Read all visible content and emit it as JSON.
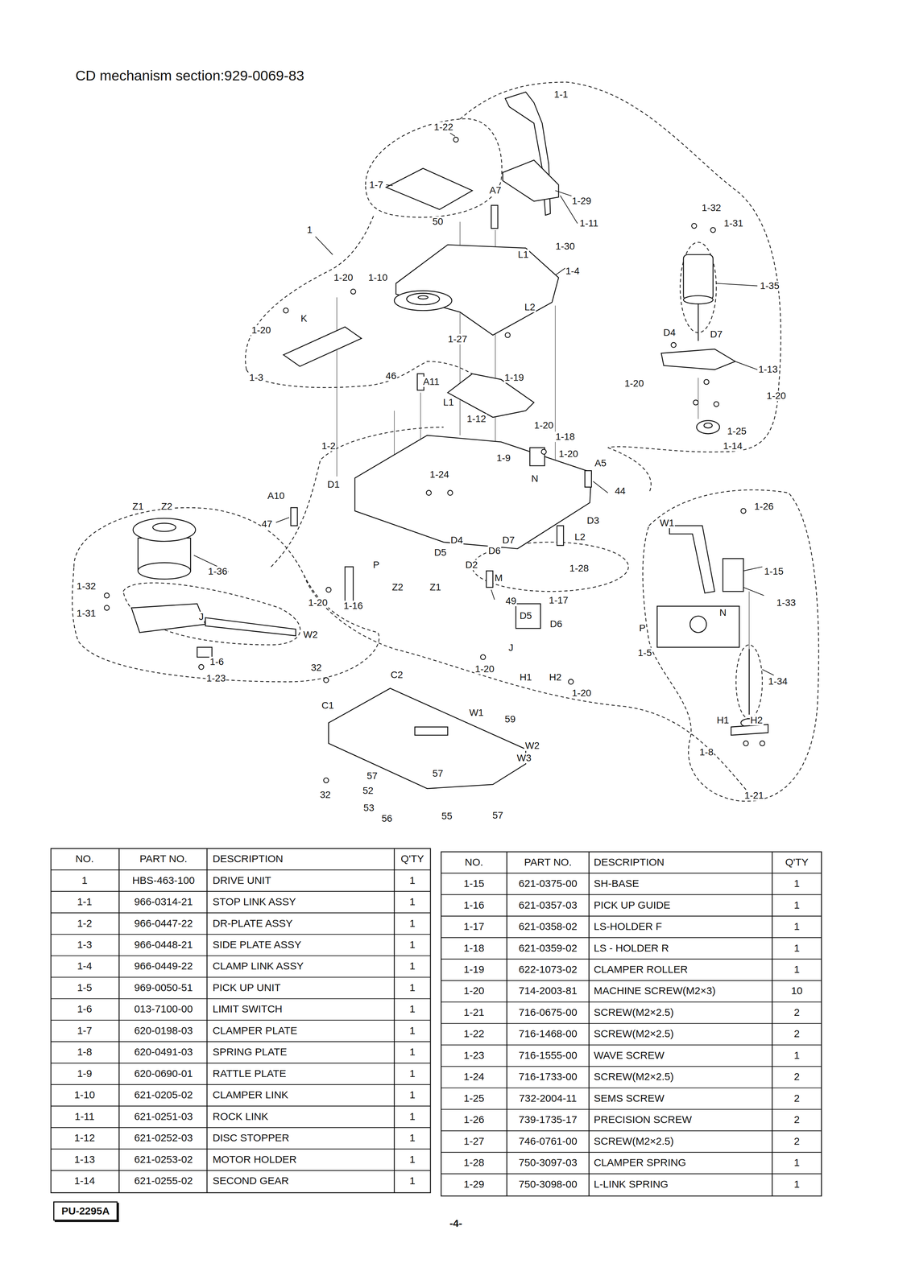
{
  "diagram": {
    "title": "CD mechanism section:929-0069-83",
    "nodes": [
      {
        "text": [
          "PU-2295A"
        ]
      }
    ],
    "labels": [
      "1-1",
      "1-22",
      "1-7",
      "A7",
      "1-29",
      "50",
      "1-11",
      "1-32",
      "1-31",
      "1-30",
      "1",
      "L1",
      "1-4",
      "1-35",
      "1-20",
      "1-10",
      "1-20",
      "K",
      "D4",
      "D7",
      "L2",
      "1-27",
      "1-13",
      "1-19",
      "46",
      "A11",
      "1-3",
      "1-20",
      "1-20",
      "L1",
      "1-12",
      "1-25",
      "1-14",
      "1-20",
      "1-18",
      "1-2",
      "1-9",
      "1-20",
      "1-24",
      "N",
      "A5",
      "D1",
      "44",
      "A10",
      "47",
      "Z1",
      "Z2",
      "1-26",
      "W1",
      "D3",
      "L2",
      "D4",
      "D5",
      "D6",
      "D7",
      "P",
      "D2",
      "1-28",
      "1-15",
      "1-36",
      "M",
      "1-32",
      "Z2",
      "Z1",
      "1-16",
      "1-20",
      "49",
      "1-17",
      "1-33",
      "J",
      "D5",
      "D6",
      "N",
      "P",
      "1-31",
      "W2",
      "1-5",
      "J",
      "1-6",
      "1-20",
      "H1",
      "H2",
      "32",
      "C2",
      "1-23",
      "1-20",
      "1-34",
      "C1",
      "W1",
      "59",
      "H1",
      "H2",
      "W2",
      "W3",
      "1-8",
      "57",
      "57",
      "52",
      "32",
      "53",
      "1-21",
      "56",
      "55",
      "57",
      "NO.",
      "PART NO.",
      "DESCRIPTION",
      "Q'TY",
      "1",
      "HBS-463-100",
      "DRIVE UNIT",
      "1",
      "1-1",
      "966-0314-21",
      "STOP LINK ASSY",
      "1",
      "1-2",
      "966-0447-22",
      "DR-PLATE ASSY",
      "1",
      "1-3",
      "966-0448-21",
      "SIDE PLATE ASSY",
      "1",
      "1-4",
      "966-0449-22",
      "CLAMP LINK ASSY",
      "1",
      "1-5",
      "969-0050-51",
      "PICK UP UNIT",
      "1",
      "1-6",
      "013-7100-00",
      "LIMIT SWITCH",
      "1",
      "1-7",
      "620-0198-03",
      "CLAMPER PLATE",
      "1",
      "1-8",
      "620-0491-03",
      "SPRING PLATE",
      "1",
      "1-9",
      "620-0690-01",
      "RATTLE PLATE",
      "1",
      "1-10",
      "621-0205-02",
      "CLAMPER LINK",
      "1",
      "1-11",
      "621-0251-03",
      "ROCK LINK",
      "1",
      "1-12",
      "621-0252-03",
      "DISC STOPPER",
      "1",
      "1-13",
      "621-0253-02",
      "MOTOR HOLDER",
      "1",
      "1-14",
      "621-0255-02",
      "SECOND GEAR",
      "1",
      "NO.",
      "PART NO.",
      "DESCRIPTION",
      "Q'TY",
      "1-15",
      "621-0375-00",
      "SH-BASE",
      "1",
      "1-16",
      "621-0357-03",
      "PICK UP GUIDE",
      "1",
      "1-17",
      "621-0358-02",
      "LS-HOLDER F",
      "1",
      "1-18",
      "621-0359-02",
      "LS - HOLDER R",
      "1",
      "1-19",
      "622-1073-02",
      "CLAMPER ROLLER",
      "1",
      "1-20",
      "714-2003-81",
      "MACHINE SCREW(M2×3)",
      "10",
      "1-21",
      "716-0675-00",
      "SCREW(M2×2.5)",
      "2",
      "1-22",
      "716-1468-00",
      "SCREW(M2×2.5)",
      "2",
      "1-23",
      "716-1555-00",
      "WAVE SCREW",
      "1",
      "1-24",
      "716-1733-00",
      "SCREW(M2×2.5)",
      "2",
      "1-25",
      "732-2004-11",
      "SEMS SCREW",
      "2",
      "1-26",
      "739-1735-17",
      "PRECISION SCREW",
      "2",
      "1-27",
      "746-0761-00",
      "SCREW(M2×2.5)",
      "2",
      "1-28",
      "750-3097-03",
      "CLAMPER SPRING",
      "1",
      "1-29",
      "750-3098-00",
      "L-LINK SPRING",
      "1",
      "-4-"
    ]
  }
}
